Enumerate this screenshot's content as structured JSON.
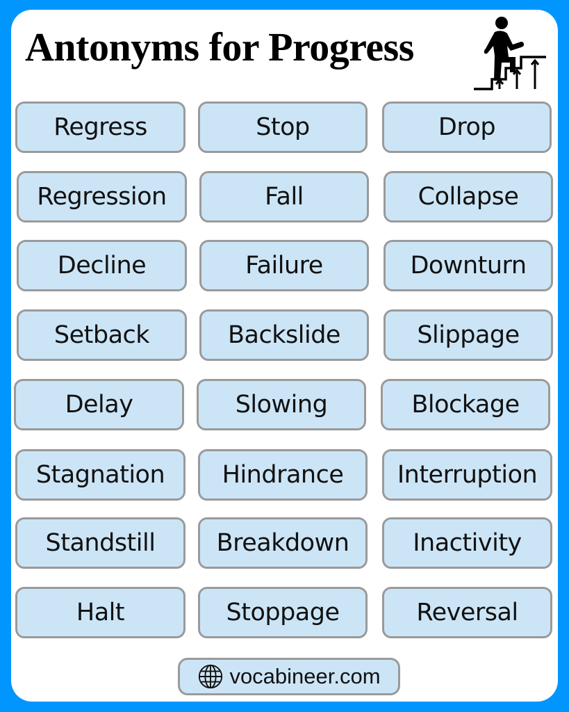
{
  "header": {
    "title": "Antonyms for Progress",
    "icon": "person-climbing-stairs-icon"
  },
  "colors": {
    "background": "#0096fe",
    "card": "#ffffff",
    "box_fill": "#cce5f6",
    "box_border": "#9a9a9a",
    "text": "#111111"
  },
  "words": [
    [
      "Regress",
      "Stop",
      "Drop"
    ],
    [
      "Regression",
      "Fall",
      "Collapse"
    ],
    [
      "Decline",
      "Failure",
      "Downturn"
    ],
    [
      "Setback",
      "Backslide",
      "Slippage"
    ],
    [
      "Delay",
      "Slowing",
      "Blockage"
    ],
    [
      "Stagnation",
      "Hindrance",
      "Interruption"
    ],
    [
      "Standstill",
      "Breakdown",
      "Inactivity"
    ],
    [
      "Halt",
      "Stoppage",
      "Reversal"
    ]
  ],
  "footer": {
    "icon": "globe-icon",
    "website": "vocabineer.com"
  }
}
